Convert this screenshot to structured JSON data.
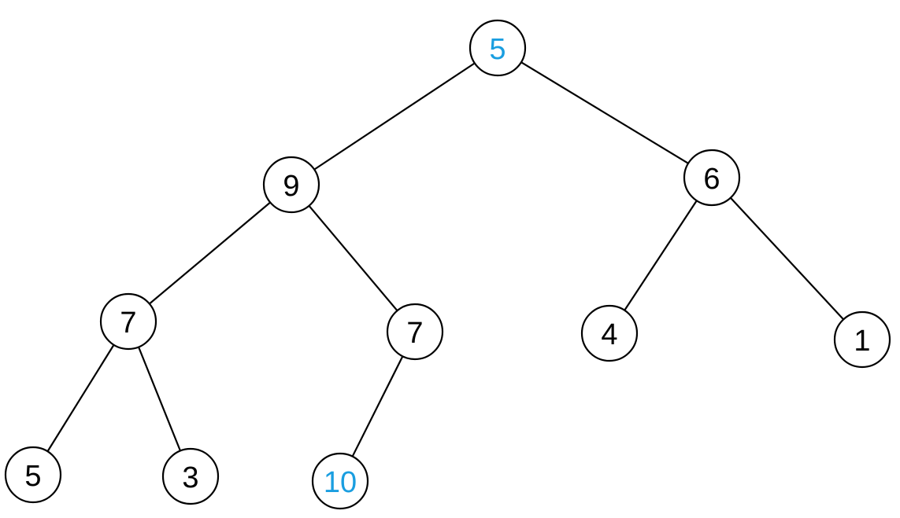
{
  "colors": {
    "default_text": "#000000",
    "highlight_text": "#1a9ee0",
    "node_stroke": "#000000",
    "edge_stroke": "#000000",
    "background": "#ffffff"
  },
  "nodes": [
    {
      "id": "root",
      "value": "5",
      "highlight": true
    },
    {
      "id": "l",
      "value": "9",
      "highlight": false
    },
    {
      "id": "r",
      "value": "6",
      "highlight": false
    },
    {
      "id": "ll",
      "value": "7",
      "highlight": false
    },
    {
      "id": "lr",
      "value": "7",
      "highlight": false
    },
    {
      "id": "rl",
      "value": "4",
      "highlight": false
    },
    {
      "id": "rr",
      "value": "1",
      "highlight": false
    },
    {
      "id": "lll",
      "value": "5",
      "highlight": false
    },
    {
      "id": "llr",
      "value": "3",
      "highlight": false
    },
    {
      "id": "lrl",
      "value": "10",
      "highlight": true
    }
  ],
  "edges": [
    {
      "from": "root",
      "to": "l"
    },
    {
      "from": "root",
      "to": "r"
    },
    {
      "from": "l",
      "to": "ll"
    },
    {
      "from": "l",
      "to": "lr"
    },
    {
      "from": "r",
      "to": "rl"
    },
    {
      "from": "r",
      "to": "rr"
    },
    {
      "from": "ll",
      "to": "lll"
    },
    {
      "from": "ll",
      "to": "llr"
    },
    {
      "from": "lr",
      "to": "lrl"
    }
  ]
}
